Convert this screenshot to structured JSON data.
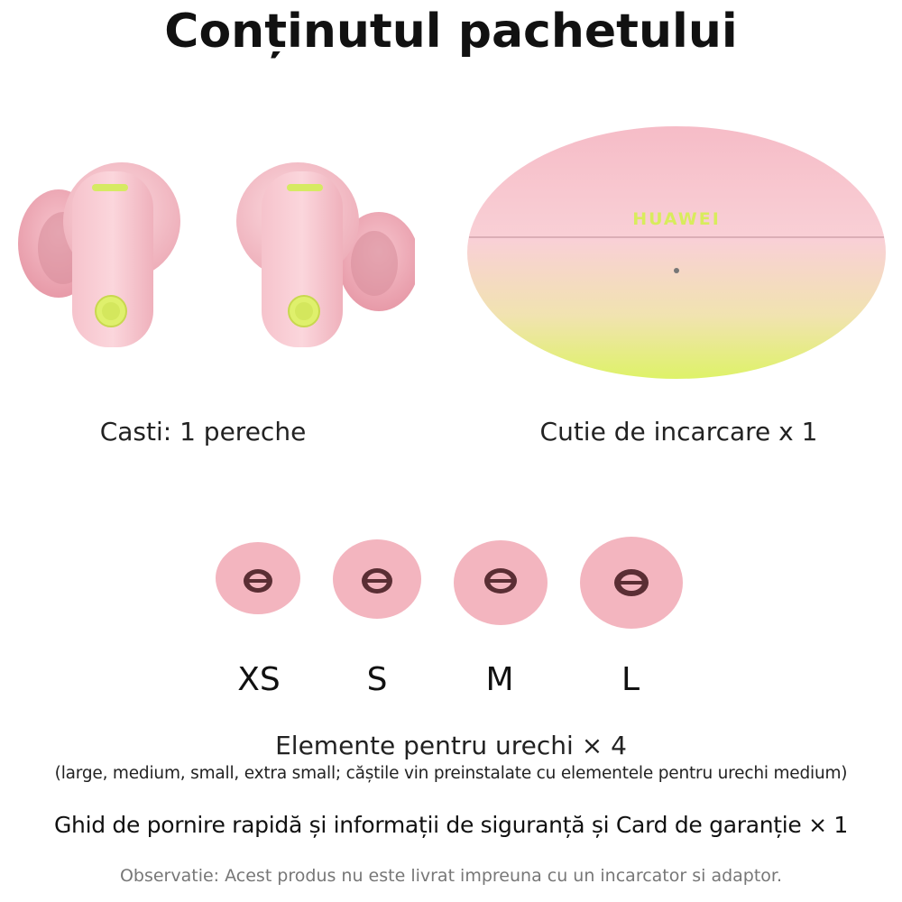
{
  "page": {
    "title": "Conținutul pachetului"
  },
  "products": {
    "earbuds_caption": "Casti: 1 pereche",
    "case_caption": "Cutie de incarcare x 1",
    "case_logo": "HUAWEI"
  },
  "ear_tips": {
    "sizes": [
      "XS",
      "S",
      "M",
      "L"
    ],
    "heading": "Elemente pentru urechi × 4",
    "detail": "(large, medium, small, extra small; căștile vin preinstalate cu elementele pentru urechi medium)"
  },
  "documents": {
    "text": "Ghid de pornire rapidă și informații de siguranță și Card de garanție × 1"
  },
  "note": {
    "text": "Observatie: Acest produs nu este livrat impreuna cu un incarcator si adaptor."
  },
  "colors": {
    "product_pink": "#f4b9c3",
    "accent_lime": "#d9ef5a",
    "text_dark": "#111111",
    "note_gray": "#777777"
  }
}
